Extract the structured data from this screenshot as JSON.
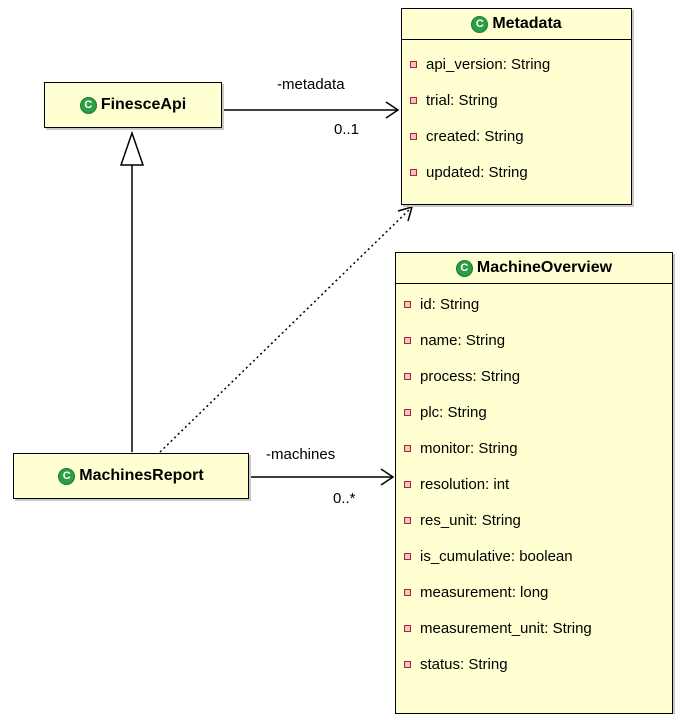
{
  "classes": {
    "finesce_api": {
      "name": "FinesceApi",
      "icon": "class-icon"
    },
    "machines_report": {
      "name": "MachinesReport",
      "icon": "class-icon"
    },
    "metadata": {
      "name": "Metadata",
      "icon": "class-icon",
      "attributes": [
        "api_version: String",
        "trial: String",
        "created: String",
        "updated: String"
      ]
    },
    "machine_overview": {
      "name": "MachineOverview",
      "icon": "class-icon",
      "attributes": [
        "id: String",
        "name: String",
        "process: String",
        "plc: String",
        "monitor: String",
        "resolution: int",
        "res_unit: String",
        "is_cumulative: boolean",
        "measurement: long",
        "measurement_unit: String",
        "status: String"
      ]
    }
  },
  "associations": {
    "metadata": {
      "role": "-metadata",
      "multiplicity": "0..1"
    },
    "machines": {
      "role": "-machines",
      "multiplicity": "0..*"
    }
  },
  "relationships": [
    "generalization",
    "dependency"
  ],
  "colors": {
    "class_fill": "#ffffd2",
    "class_icon": "#2e9e46",
    "field_icon": "#b3252d"
  },
  "icons": {
    "class": "C",
    "field": "field-icon"
  }
}
